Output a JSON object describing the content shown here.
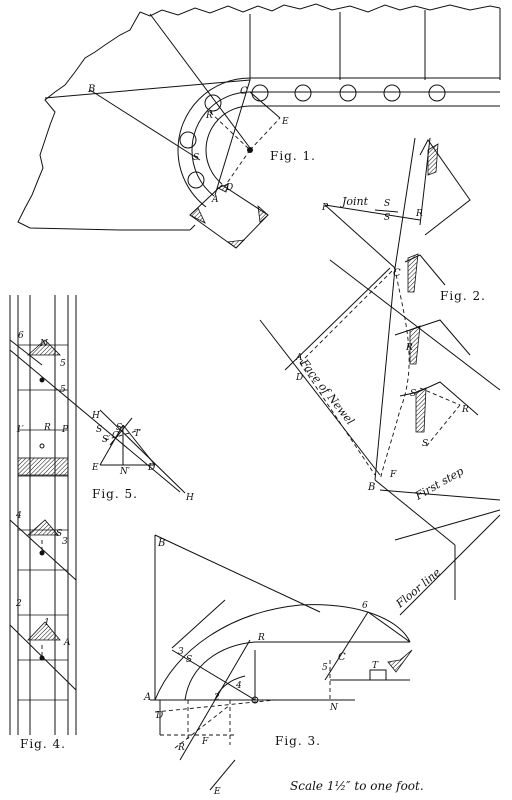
{
  "figures": {
    "fig1": {
      "caption": "Fig. 1."
    },
    "fig2": {
      "caption": "Fig. 2.",
      "joint_label": "Joint",
      "face_label": "Face of Newel",
      "first_step_label": "First step",
      "floor_label": "Floor line"
    },
    "fig3": {
      "caption": "Fig. 3."
    },
    "fig4": {
      "caption": "Fig. 4."
    },
    "fig5": {
      "caption": "Fig. 5."
    }
  },
  "scale_note": "Scale 1½″ to one foot."
}
